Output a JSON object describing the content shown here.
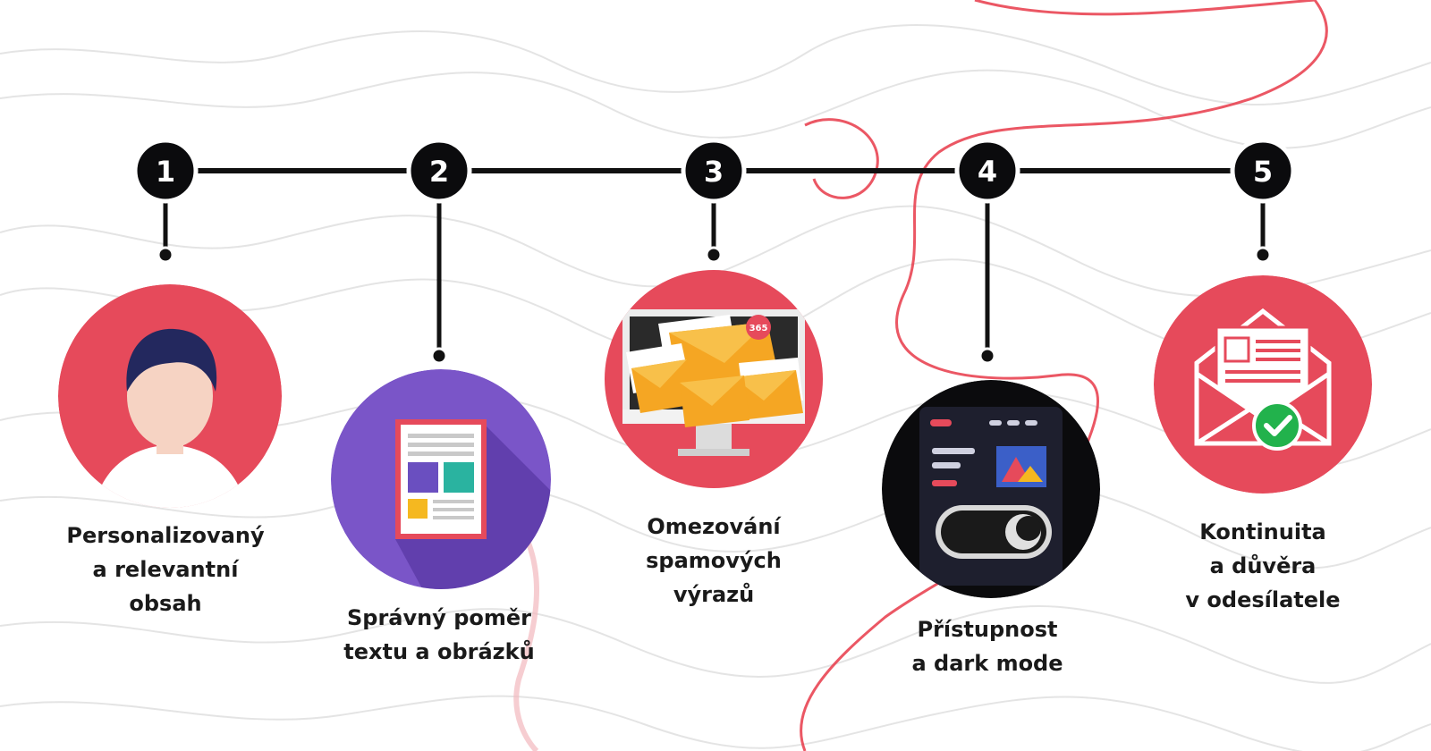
{
  "colors": {
    "accent_red": "#e64a5b",
    "purple": "#7a55c8",
    "dark": "#0b0b0d",
    "line": "#111111",
    "wavy_line": "#e83a49"
  },
  "steps": [
    {
      "number": "1",
      "label_lines": [
        "Personalizovaný",
        "a relevantní",
        "obsah"
      ],
      "icon": "person-avatar-icon"
    },
    {
      "number": "2",
      "label_lines": [
        "Správný poměr",
        "textu a obrázků"
      ],
      "icon": "document-layout-icon"
    },
    {
      "number": "3",
      "label_lines": [
        "Omezování",
        "spamových",
        "výrazů"
      ],
      "icon": "spam-emails-icon",
      "badge": "365"
    },
    {
      "number": "4",
      "label_lines": [
        "Přístupnost",
        "a dark mode"
      ],
      "icon": "dark-mode-toggle-icon"
    },
    {
      "number": "5",
      "label_lines": [
        "Kontinuita",
        "a důvěra",
        "v odesílatele"
      ],
      "icon": "verified-envelope-icon"
    }
  ]
}
